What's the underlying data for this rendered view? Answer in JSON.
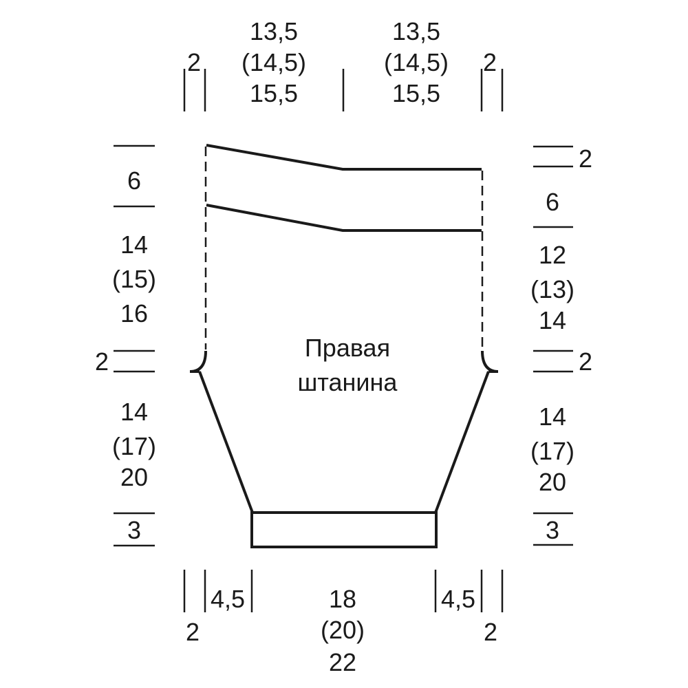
{
  "title": {
    "line1": "Правая",
    "line2": "штанина"
  },
  "top": {
    "left_edge": "2",
    "left_width": [
      "13,5",
      "(14,5)",
      "15,5"
    ],
    "right_width": [
      "13,5",
      "(14,5)",
      "15,5"
    ],
    "right_edge": "2"
  },
  "left_side": {
    "waistband": "6",
    "upper": [
      "14",
      "(15)",
      "16"
    ],
    "crotch": "2",
    "lower": [
      "14",
      "(17)",
      "20"
    ],
    "hem": "3"
  },
  "right_side": {
    "top_step": "2",
    "waistband": "6",
    "upper": [
      "12",
      "(13)",
      "14"
    ],
    "crotch": "2",
    "lower": [
      "14",
      "(17)",
      "20"
    ],
    "hem": "3"
  },
  "bottom": {
    "left_edge": "2",
    "left_taper": "4,5",
    "width": [
      "18",
      "(20)",
      "22"
    ],
    "right_taper": "4,5",
    "right_edge": "2"
  }
}
